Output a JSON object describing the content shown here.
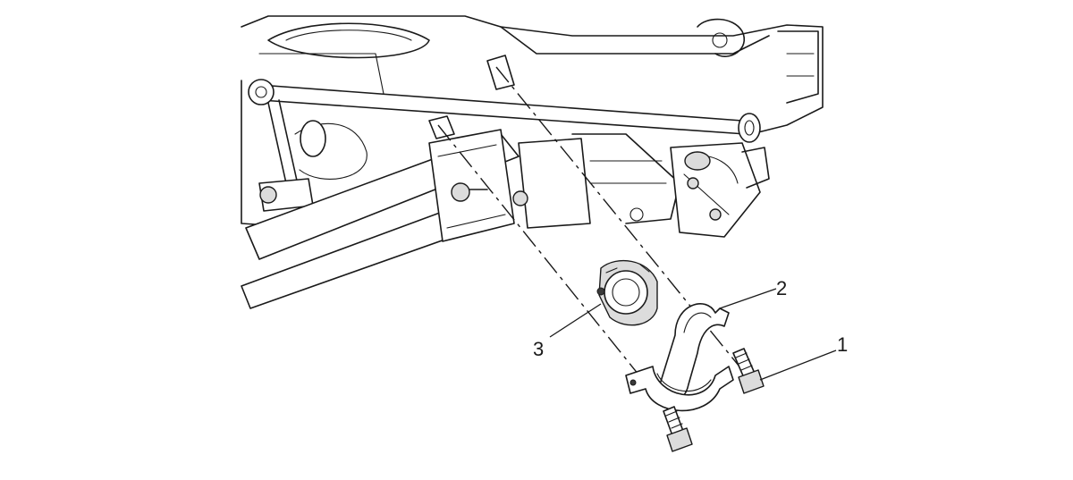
{
  "callouts": [
    {
      "id": "1",
      "label": "1"
    },
    {
      "id": "2",
      "label": "2"
    },
    {
      "id": "3",
      "label": "3"
    }
  ],
  "colors": {
    "line": "#1a1a1a",
    "background": "#ffffff",
    "shade": "#dcdcdc"
  }
}
